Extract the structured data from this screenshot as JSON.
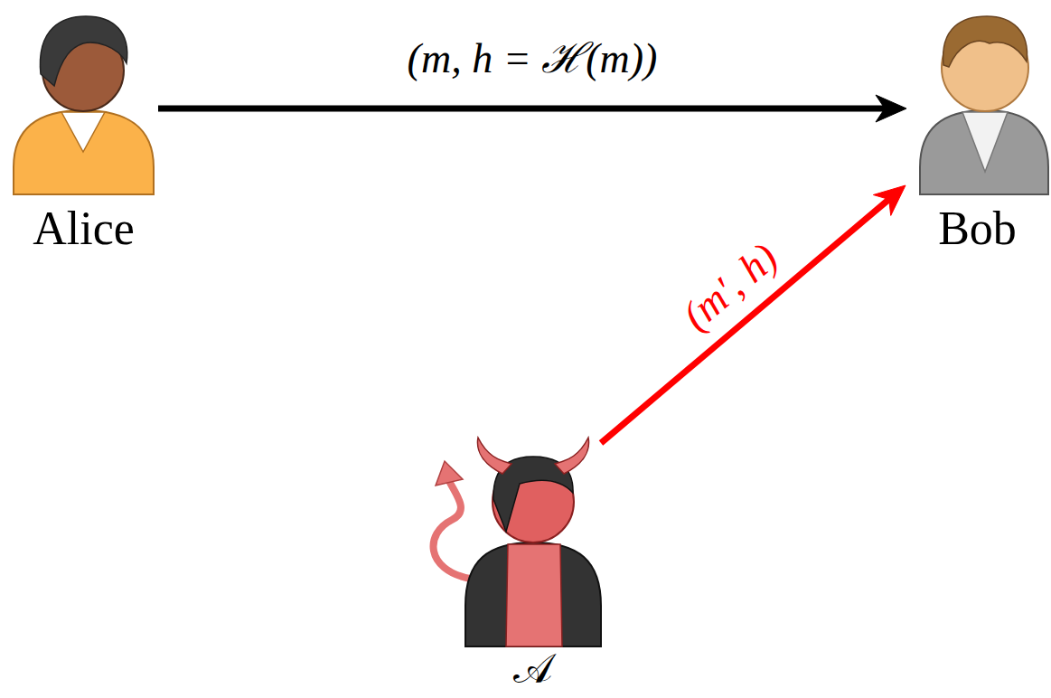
{
  "diagram": {
    "nodes": [
      {
        "text": [
          "Alice"
        ]
      },
      {
        "text": [
          "Bob"
        ]
      },
      {
        "text": [
          "𝒜"
        ]
      }
    ],
    "edges": [
      {
        "from": 0,
        "to": 1,
        "arrow": "to",
        "label": "(m, h = ℋ(m))"
      },
      {
        "from": 2,
        "to": 1,
        "arrow": "to",
        "label": "(m′, h)"
      }
    ]
  }
}
